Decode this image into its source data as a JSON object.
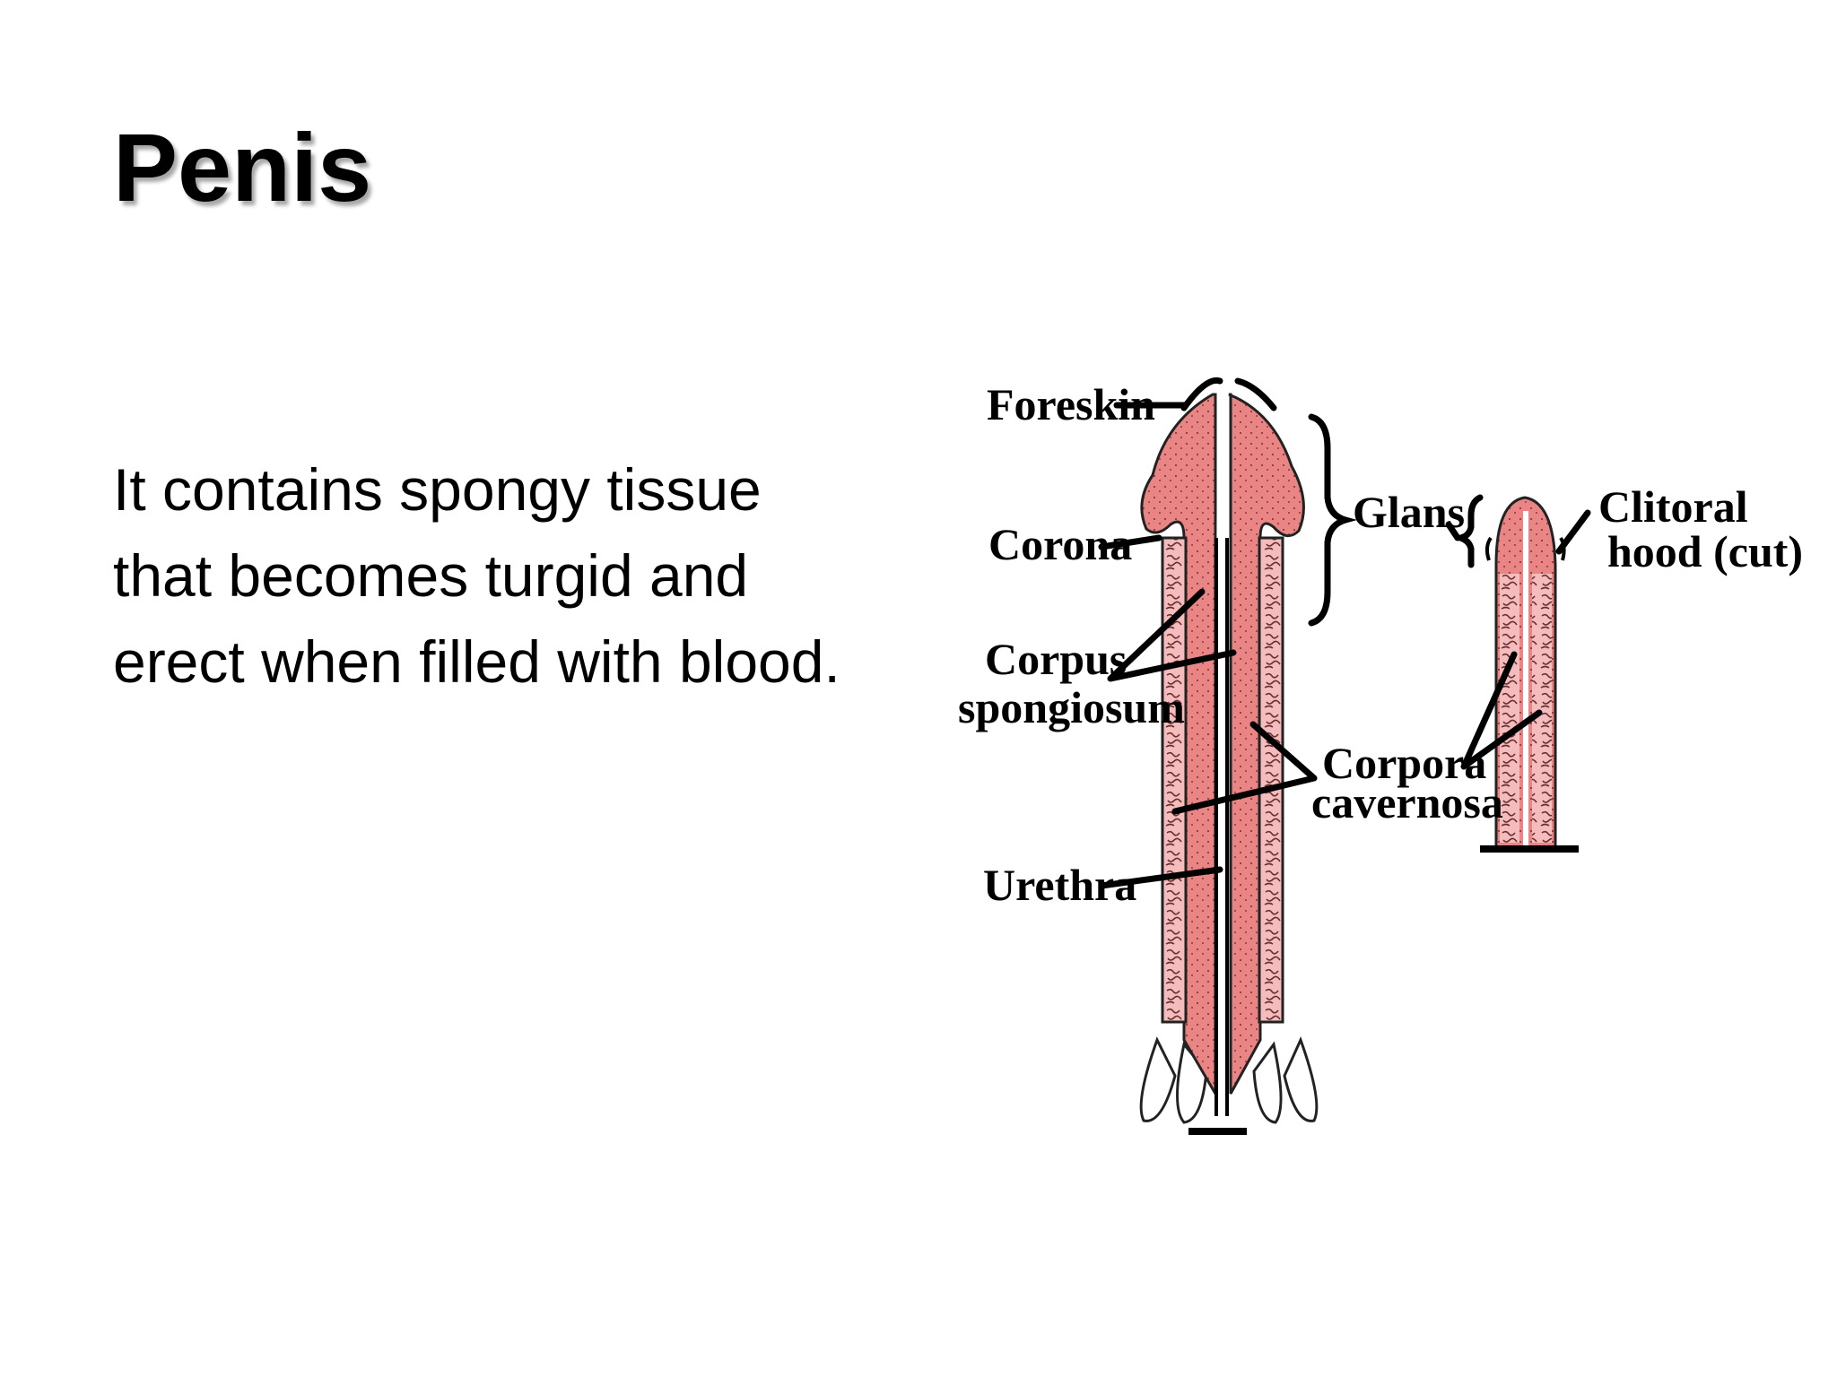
{
  "slide": {
    "title": "Penis",
    "body": "It contains spongy tissue that becomes turgid and erect when filled with blood."
  },
  "diagram": {
    "labels": {
      "foreskin": "Foreskin",
      "corona": "Corona",
      "corpus_line1": "Corpus",
      "corpus_line2": "spongiosum",
      "urethra": "Urethra",
      "glans": "Glans",
      "corpora_line1": "Corpora",
      "corpora_line2": "cavernosa",
      "clitoral_line1": "Clitoral",
      "clitoral_line2": "hood (cut)"
    },
    "colors": {
      "tissue": "#e98585",
      "spongy": "#f4bcbc",
      "outline": "#000000"
    }
  }
}
